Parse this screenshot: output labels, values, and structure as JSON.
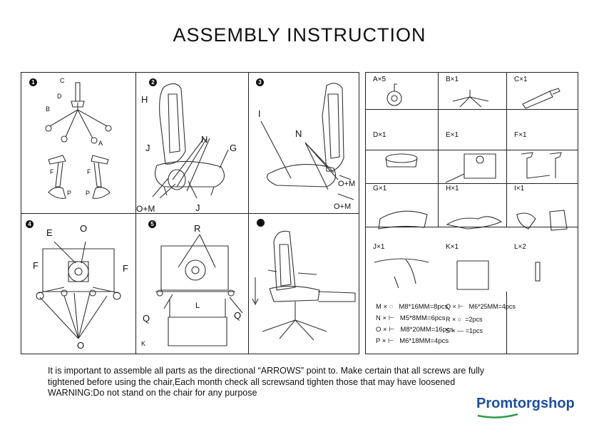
{
  "title": "ASSEMBLY  INSTRUCTION",
  "steps": {
    "numbers": [
      "1",
      "2",
      "3",
      "4",
      "5"
    ],
    "labels": {
      "s1": [
        "C",
        "D",
        "B",
        "A",
        "F",
        "F",
        "P",
        "P"
      ],
      "s2": [
        "H",
        "N",
        "J",
        "G",
        "O+M",
        "J"
      ],
      "s3": [
        "I",
        "N",
        "O+M",
        "O+M"
      ],
      "s4": [
        "E",
        "O",
        "F",
        "F",
        "O"
      ],
      "s5": [
        "R",
        "L",
        "Q",
        "Q",
        "K"
      ]
    }
  },
  "parts": [
    {
      "name": "A×5",
      "icon": "caster-wheel-icon"
    },
    {
      "name": "B×1",
      "icon": "star-base-icon"
    },
    {
      "name": "C×1",
      "icon": "gas-cylinder-icon"
    },
    {
      "name": "D×1",
      "icon": "cylinder-cover-icon"
    },
    {
      "name": "E×1",
      "icon": "tilt-mechanism-icon"
    },
    {
      "name": "F×1",
      "icon": "armrest-pair-icon"
    },
    {
      "name": "G×1",
      "icon": "seat-cushion-icon"
    },
    {
      "name": "H×1",
      "icon": "backrest-icon"
    },
    {
      "name": "I×1",
      "icon": "recline-bracket-icon"
    },
    {
      "name": "J×1",
      "icon": "side-cover-icon"
    },
    {
      "name": "K×1",
      "icon": "footrest-icon"
    },
    {
      "name": "L×2",
      "icon": "connector-plate-icon"
    }
  ],
  "hardware_left": [
    {
      "code": "M ×",
      "spec": "M8*16MM=8pcs"
    },
    {
      "code": "N ×",
      "spec": "M5*8MM=6pcs"
    },
    {
      "code": "O ×",
      "spec": "M8*20MM=16pcs"
    },
    {
      "code": "P ×",
      "spec": "M6*18MM=4pcs"
    }
  ],
  "hardware_right": [
    {
      "code": "Q ×",
      "spec": "M6*25MM=4pcs"
    },
    {
      "code": "R ×",
      "spec": "=2pcs"
    },
    {
      "code": "S ×",
      "spec": "=1pcs"
    }
  ],
  "notes": [
    "It is important to assemble all parts as the directional “ARROWS” point to. Make certain that all screws are fully",
    "tightened  before using the chair,Each month check all screwsand tighten those that may have loosened",
    "WARNING:Do not stand on the chair for any purpose"
  ],
  "logo": {
    "part1": "Promtorg",
    "part2": "shop"
  }
}
